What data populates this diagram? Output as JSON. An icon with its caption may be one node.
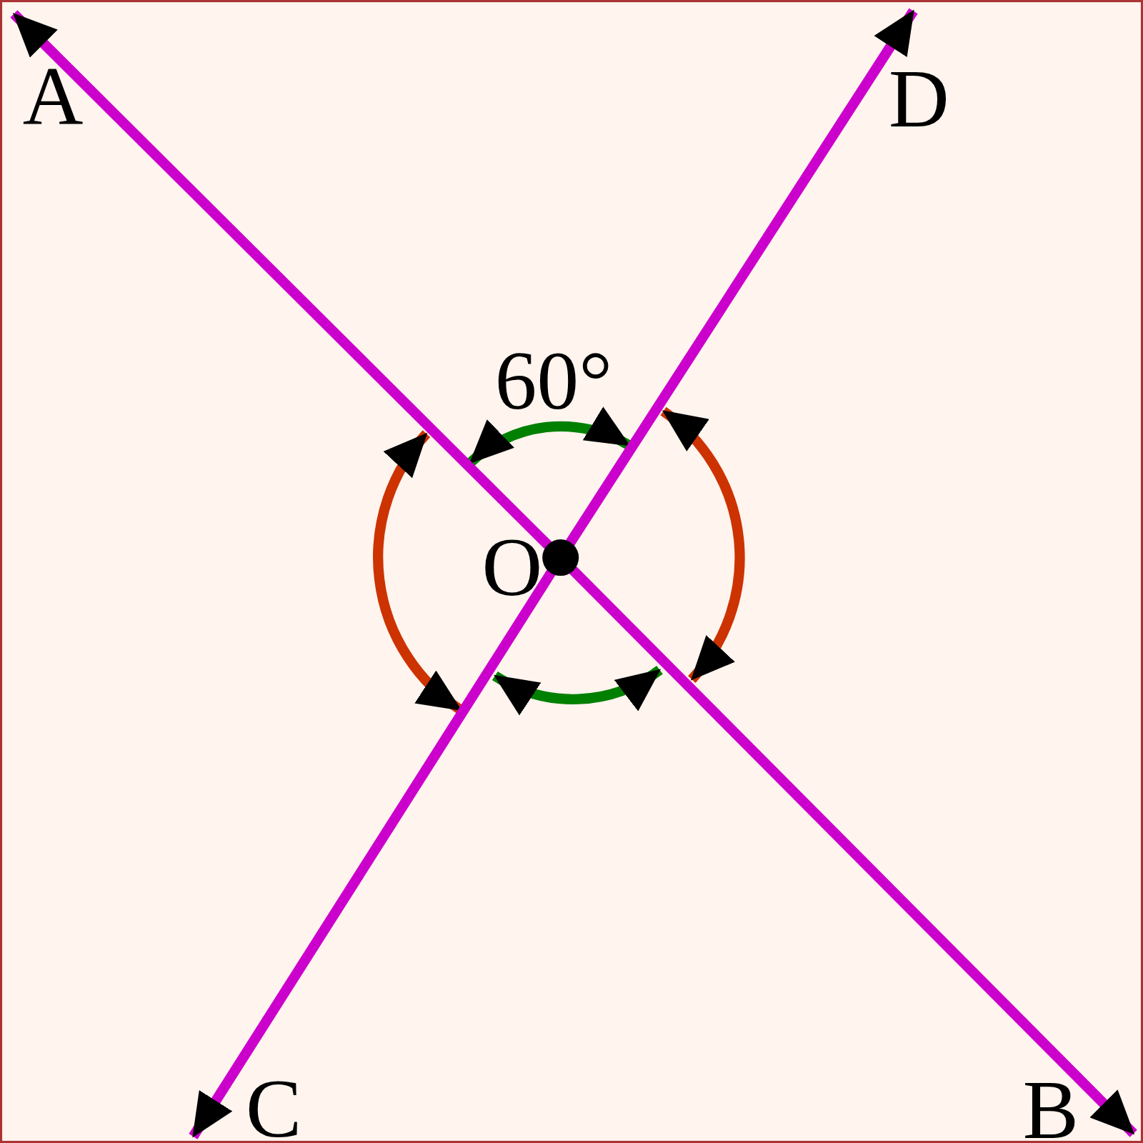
{
  "diagram": {
    "nodes": [
      {
        "text": [
          "A"
        ]
      },
      {
        "text": [
          "D"
        ]
      },
      {
        "text": [
          "O"
        ]
      },
      {
        "text": [
          "C"
        ]
      },
      {
        "text": [
          "B"
        ]
      }
    ],
    "edges": [
      {
        "from": 2,
        "to": 0,
        "arrow": "to"
      },
      {
        "from": 2,
        "to": 1,
        "arrow": "to"
      },
      {
        "from": 2,
        "to": 3,
        "arrow": "to"
      },
      {
        "from": 2,
        "to": 4,
        "arrow": "to"
      }
    ],
    "labels": [
      "60°"
    ]
  }
}
